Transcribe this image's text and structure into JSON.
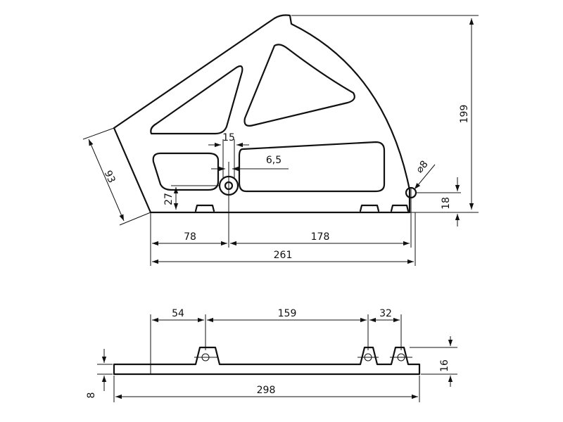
{
  "drawing": {
    "top_view": {
      "dimensions": {
        "hinge_height": "199",
        "slant_edge": "93",
        "slot_width": "15",
        "slot_offset": "6,5",
        "pivot_height": "27",
        "pin_diameter": "⌀8",
        "rear_height": "18",
        "pivot_x": "78",
        "base_span": "178",
        "total_length": "261"
      }
    },
    "bottom_view": {
      "dimensions": {
        "first_lug": "54",
        "lug_span": "159",
        "last_lug": "32",
        "thickness": "8",
        "lug_height": "16",
        "total_length": "298"
      }
    }
  }
}
